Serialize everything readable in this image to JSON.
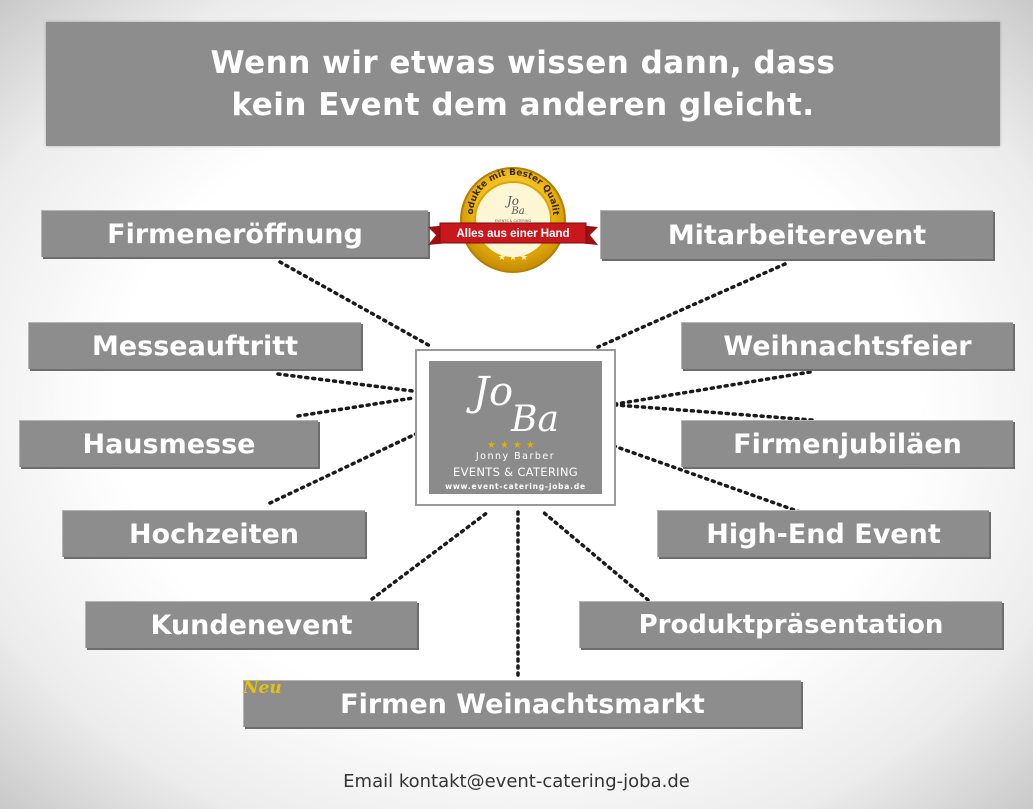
{
  "headline": {
    "line1": "Wenn wir etwas wissen dann, dass",
    "line2": "kein Event dem anderen gleicht."
  },
  "badge": {
    "arc_text": "Produkte mit Bester Qualität",
    "ribbon": "Alles aus einer Hand",
    "inner_small_1": "EVENTS & CATERING"
  },
  "center_logo": {
    "jo": "Jo",
    "ba": "Ba",
    "stars": "★★★★",
    "name": "Jonny Barber",
    "events": "EVENTS & CATERING",
    "url": "www.event-catering-joba.de"
  },
  "events": [
    {
      "id": "firmeneroeffnung",
      "label": "Firmeneröffnung"
    },
    {
      "id": "mitarbeiterevent",
      "label": "Mitarbeiterevent"
    },
    {
      "id": "messeauftritt",
      "label": "Messeauftritt"
    },
    {
      "id": "weihnachtsfeier",
      "label": "Weihnachtsfeier"
    },
    {
      "id": "hausmesse",
      "label": "Hausmesse"
    },
    {
      "id": "firmenjubilaeen",
      "label": "Firmenjubiläen"
    },
    {
      "id": "hochzeiten",
      "label": "Hochzeiten"
    },
    {
      "id": "high-end-event",
      "label": "High-End Event"
    },
    {
      "id": "kundenevent",
      "label": "Kundenevent"
    },
    {
      "id": "produktpraesentation",
      "label": "Produktpräsentation"
    },
    {
      "id": "firmen-weinachtsmarkt",
      "label": "Firmen Weinachtsmarkt"
    }
  ],
  "new_tag": "Neu",
  "footer": "Email kontakt@event-catering-joba.de",
  "colors": {
    "box": "#8d8d8d",
    "gold": "#e8b400",
    "ribbon": "#c8181e"
  }
}
